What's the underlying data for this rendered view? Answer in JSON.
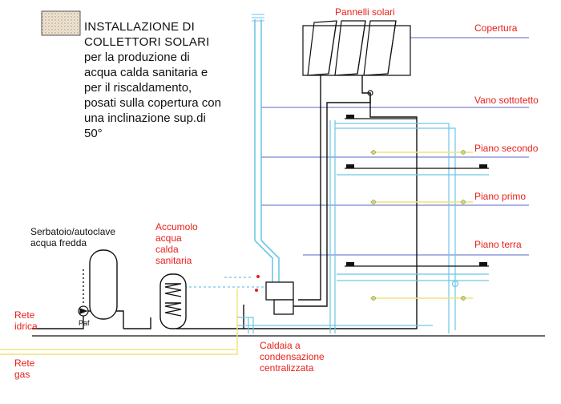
{
  "legend": {
    "title_line1": "INSTALLAZIONE DI",
    "title_line2": "COLLETTORI SOLARI",
    "description": [
      "per la produzione di",
      "acqua calda sanitaria e",
      "per il riscaldamento,",
      "posati sulla copertura con",
      "una inclinazione sup.di",
      "50°"
    ]
  },
  "labels": {
    "pannelli_solari": "Pannelli solari",
    "copertura": "Copertura",
    "vano_sottotetto": "Vano sottotetto",
    "piano_secondo": "Piano secondo",
    "piano_primo": "Piano primo",
    "piano_terra": "Piano terra",
    "serbatoio": [
      "Serbatoio/autoclave",
      "acqua fredda"
    ],
    "accumolo": [
      "Accumolo",
      "acqua",
      "calda",
      "sanitaria"
    ],
    "rete_idrica": [
      "Rete",
      "idrica"
    ],
    "rete_gas": [
      "Rete",
      "gas"
    ],
    "caldaia": [
      "Caldaia a",
      "condensazione",
      "centralizzata"
    ],
    "pump_label": "Paf"
  },
  "colors": {
    "label_red": "#e8201a",
    "pipe_black": "#111111",
    "pipe_blue": "#6ec6e8",
    "gas_yellow": "#f2e27a",
    "floor_line": "#5a64c8",
    "texture_swatch": "#e8d8c0"
  }
}
